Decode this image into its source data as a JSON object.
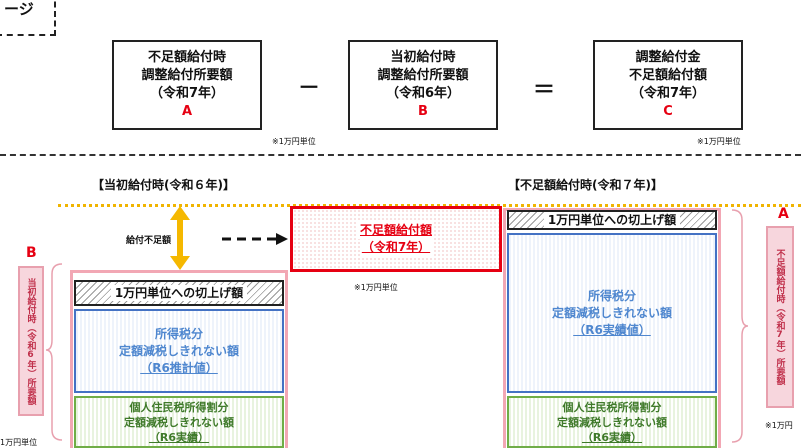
{
  "corner_tag": "ージ",
  "formula": {
    "box_a": {
      "line1": "不足額給付時",
      "line2": "調整給付所要額",
      "line3": "（令和7年）",
      "letter": "A"
    },
    "minus": "－",
    "box_b": {
      "line1": "当初給付時",
      "line2": "調整給付所要額",
      "line3": "（令和6年）",
      "letter": "B"
    },
    "equals": "＝",
    "box_c": {
      "line1": "調整給付金",
      "line2": "不足額給付額",
      "line3": "（令和7年）",
      "letter": "C"
    },
    "note_b": "※1万円単位",
    "note_c": "※1万円単位"
  },
  "left": {
    "heading": "【当初給付時(令和６年)】",
    "letter": "B",
    "side_label": "当初給付時（令和6年）所要額",
    "shortfall_label": "給付不足額",
    "roundup": "1万円単位への切上げ額",
    "income": {
      "line1": "所得税分",
      "line2": "定額減税しきれない額",
      "line3": "（R6推計値）"
    },
    "resident": {
      "line1": "個人住民税所得割分",
      "line2": "定額減税しきれない額",
      "line3": "（R6実績）"
    },
    "unit_note": "1万円単位"
  },
  "middle": {
    "line1": "不足額給付額",
    "line2": "（令和7年）",
    "note": "※1万円単位"
  },
  "right": {
    "heading": "【不足額給付時(令和７年)】",
    "letter": "A",
    "side_label": "不足額給付時（令和7年）所要額",
    "roundup": "1万円単位への切上げ額",
    "income": {
      "line1": "所得税分",
      "line2": "定額減税しきれない額",
      "line3": "（R6実績値）"
    },
    "resident": {
      "line1": "個人住民税所得割分",
      "line2": "定額減税しきれない額",
      "line3": "（R6実績）"
    },
    "unit_note": "※1万円"
  }
}
